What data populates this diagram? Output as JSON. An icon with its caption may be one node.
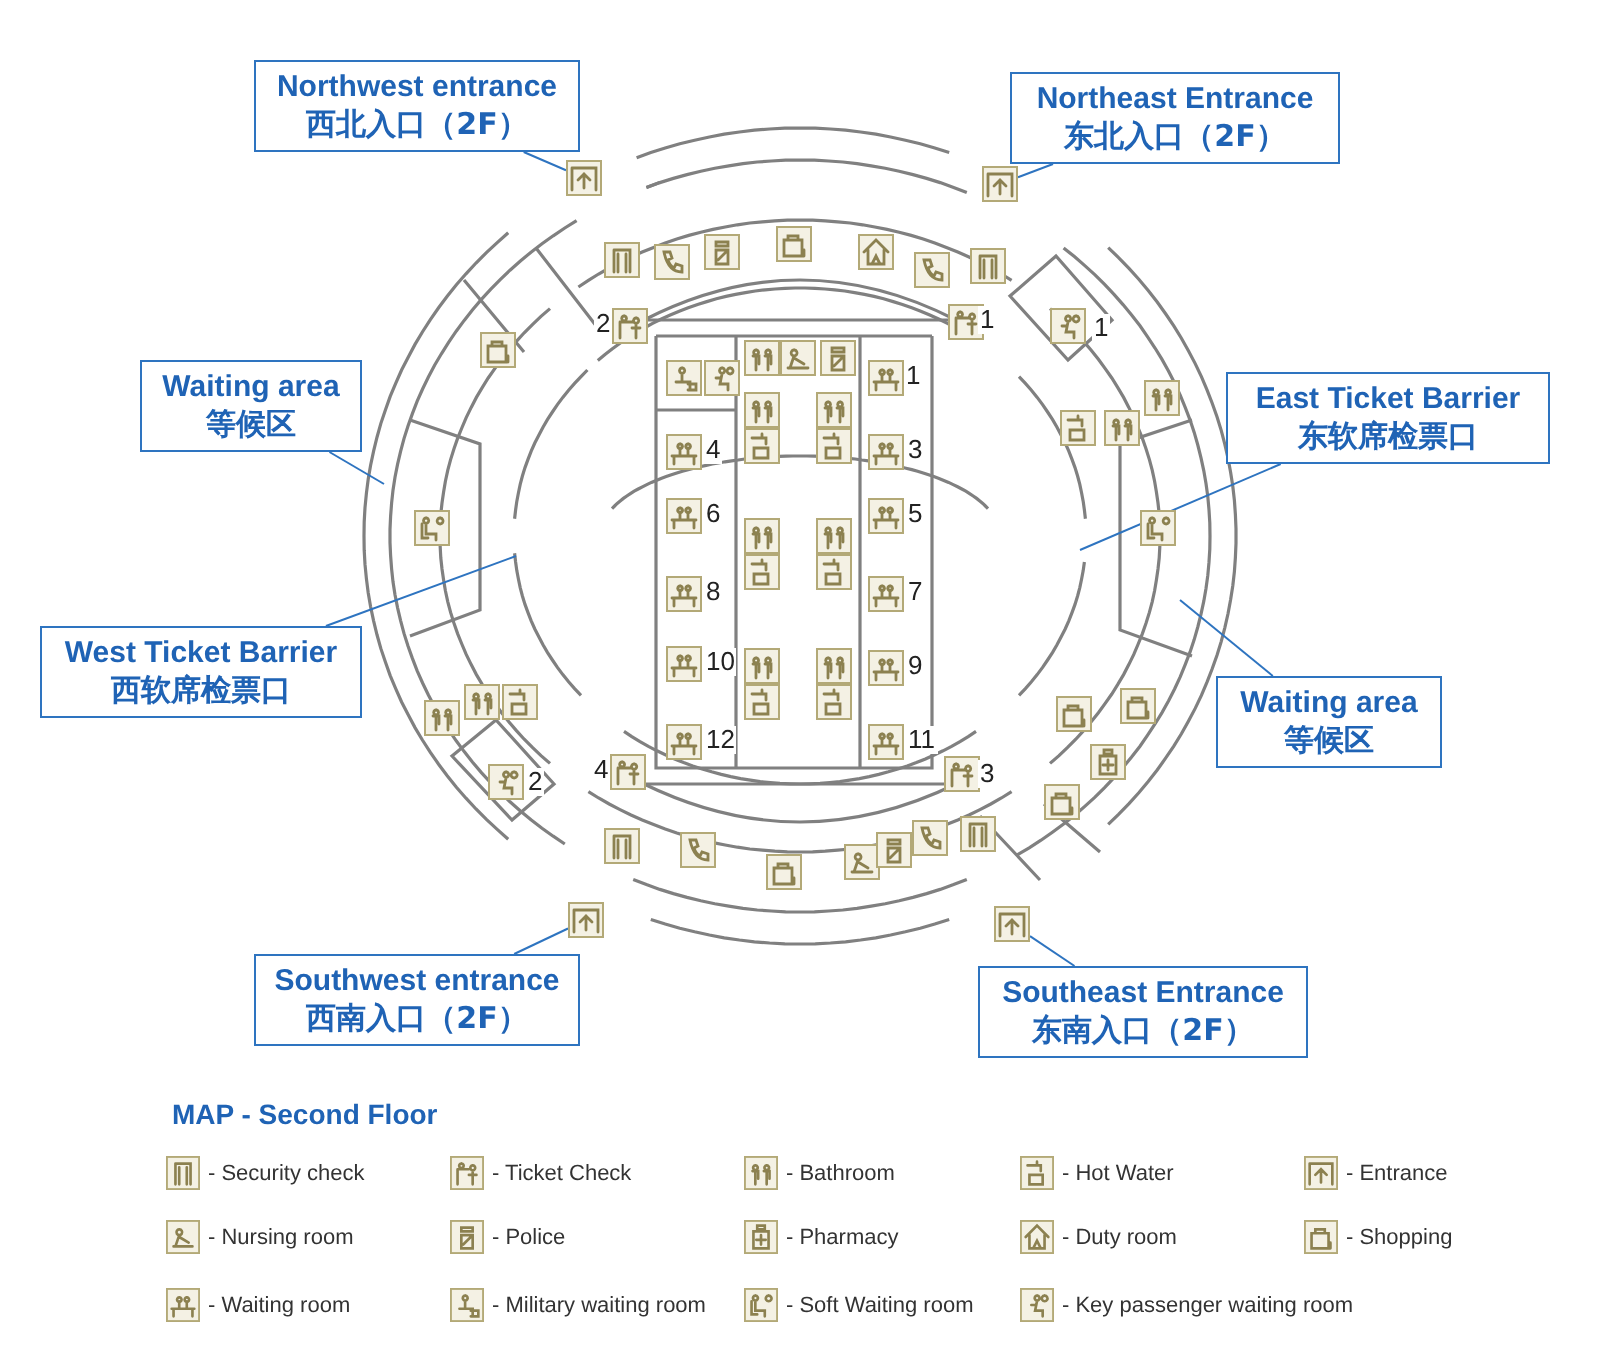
{
  "diagram": {
    "nodes": [
      {
        "text": [
          "Northwest entrance",
          "西北入口（2F）"
        ]
      },
      {
        "text": [
          "Northeast Entrance",
          "东北入口（2F）"
        ]
      },
      {
        "text": [
          "Waiting area",
          "等候区"
        ]
      },
      {
        "text": [
          "East Ticket Barrier",
          "东软席检票口"
        ]
      },
      {
        "text": [
          "West Ticket Barrier",
          "西软席检票口"
        ]
      },
      {
        "text": [
          "Waiting area",
          "等候区"
        ]
      },
      {
        "text": [
          "Southwest entrance",
          "西南入口（2F）"
        ]
      },
      {
        "text": [
          "Southeast Entrance",
          "东南入口（2F）"
        ]
      },
      {
        "text": [],
        "shape": "picture"
      },
      {
        "text": [],
        "shape": "picture"
      },
      {
        "text": [],
        "shape": "picture"
      },
      {
        "text": [],
        "shape": "picture"
      }
    ],
    "edges": [
      {
        "from": 0,
        "to": 8,
        "arrow": "none"
      },
      {
        "from": 1,
        "to": 9,
        "arrow": "none"
      },
      {
        "from": 2,
        "to": null,
        "arrow": "none"
      },
      {
        "from": 3,
        "to": null,
        "arrow": "none"
      },
      {
        "from": 4,
        "to": null,
        "arrow": "none"
      },
      {
        "from": 5,
        "to": null,
        "arrow": "none"
      },
      {
        "from": 6,
        "to": 10,
        "arrow": "none"
      },
      {
        "from": 7,
        "to": 11,
        "arrow": "none"
      }
    ],
    "labels": [
      "2",
      "1",
      "1",
      "1",
      "4",
      "3",
      "6",
      "5",
      "8",
      "7",
      "10",
      "9",
      "12",
      "11",
      "2",
      "4",
      "3",
      "MAP - Second Floor"
    ],
    "legend": [
      {
        "text": "- Security check"
      },
      {
        "text": "- Ticket Check"
      },
      {
        "text": "- Bathroom"
      },
      {
        "text": "- Hot Water"
      },
      {
        "text": "- Entrance"
      },
      {
        "text": "- Nursing room"
      },
      {
        "text": "- Police"
      },
      {
        "text": "- Pharmacy"
      },
      {
        "text": "- Duty room"
      },
      {
        "text": "- Shopping"
      },
      {
        "text": "- Waiting room"
      },
      {
        "text": "- Military waiting room"
      },
      {
        "text": "- Soft Waiting room"
      },
      {
        "text": "- Key passenger waiting room"
      }
    ]
  }
}
